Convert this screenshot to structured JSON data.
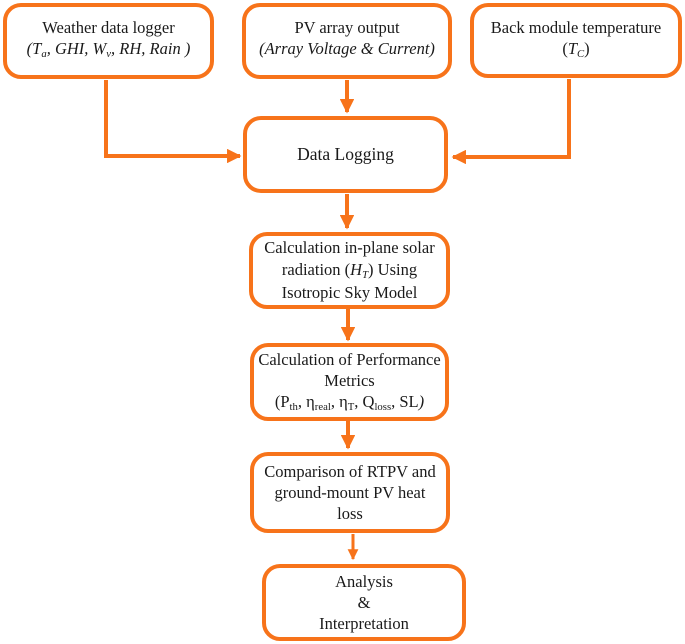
{
  "figure": {
    "title": "RTPV performance analysis flowchart",
    "colors": {
      "accent": "#f7731a",
      "text": "#1a1a1a",
      "background": "#ffffff"
    }
  },
  "nodes": {
    "weather": {
      "lines": [
        [
          {
            "t": "Weather data logger"
          }
        ],
        [
          {
            "t": "(T",
            "s": "i"
          },
          {
            "t": "a",
            "s": "isub"
          },
          {
            "t": ", GHI, W",
            "s": "i"
          },
          {
            "t": "v",
            "s": "isub"
          },
          {
            "t": ", RH, Rain )",
            "s": "i"
          }
        ]
      ]
    },
    "pv_output": {
      "lines": [
        [
          {
            "t": "PV array output"
          }
        ],
        [
          {
            "t": "(Array Voltage & Current)",
            "s": "i"
          }
        ]
      ]
    },
    "back_temp": {
      "lines": [
        [
          {
            "t": "Back module temperature"
          }
        ],
        [
          {
            "t": "("
          },
          {
            "t": "T",
            "s": "i"
          },
          {
            "t": "C",
            "s": "isub"
          },
          {
            "t": ")"
          }
        ]
      ]
    },
    "data_logging": {
      "lines": [
        [
          {
            "t": "Data Logging"
          }
        ]
      ]
    },
    "inplane": {
      "lines": [
        [
          {
            "t": "Calculation in-plane solar"
          }
        ],
        [
          {
            "t": "radiation ("
          },
          {
            "t": "H",
            "s": "i"
          },
          {
            "t": "T",
            "s": "isub"
          },
          {
            "t": ") Using"
          }
        ],
        [
          {
            "t": "Isotropic Sky Model"
          }
        ]
      ]
    },
    "metrics": {
      "lines": [
        [
          {
            "t": "Calculation of Performance"
          }
        ],
        [
          {
            "t": "Metrics"
          }
        ],
        [
          {
            "t": "(P"
          },
          {
            "t": "th",
            "s": "sub"
          },
          {
            "t": ", η"
          },
          {
            "t": "real",
            "s": "sub"
          },
          {
            "t": ", η"
          },
          {
            "t": "T",
            "s": "sub"
          },
          {
            "t": ", Q"
          },
          {
            "t": "loss",
            "s": "sub"
          },
          {
            "t": ", SL"
          },
          {
            "t": ")",
            "s": "i"
          }
        ]
      ]
    },
    "comparison": {
      "lines": [
        [
          {
            "t": "Comparison of RTPV and"
          }
        ],
        [
          {
            "t": "ground-mount PV heat"
          }
        ],
        [
          {
            "t": "loss"
          }
        ]
      ]
    },
    "analysis": {
      "lines": [
        [
          {
            "t": "Analysis"
          }
        ],
        [
          {
            "t": "&"
          }
        ],
        [
          {
            "t": "Interpretation"
          }
        ]
      ]
    }
  },
  "edges": [
    {
      "id": "weather-to-logging",
      "from": "weather",
      "to": "data_logging"
    },
    {
      "id": "pv-to-logging",
      "from": "pv_output",
      "to": "data_logging"
    },
    {
      "id": "backtemp-to-logging",
      "from": "back_temp",
      "to": "data_logging"
    },
    {
      "id": "logging-to-inplane",
      "from": "data_logging",
      "to": "inplane"
    },
    {
      "id": "inplane-to-metrics",
      "from": "inplane",
      "to": "metrics"
    },
    {
      "id": "metrics-to-comparison",
      "from": "metrics",
      "to": "comparison"
    },
    {
      "id": "comparison-to-analysis",
      "from": "comparison",
      "to": "analysis"
    }
  ]
}
